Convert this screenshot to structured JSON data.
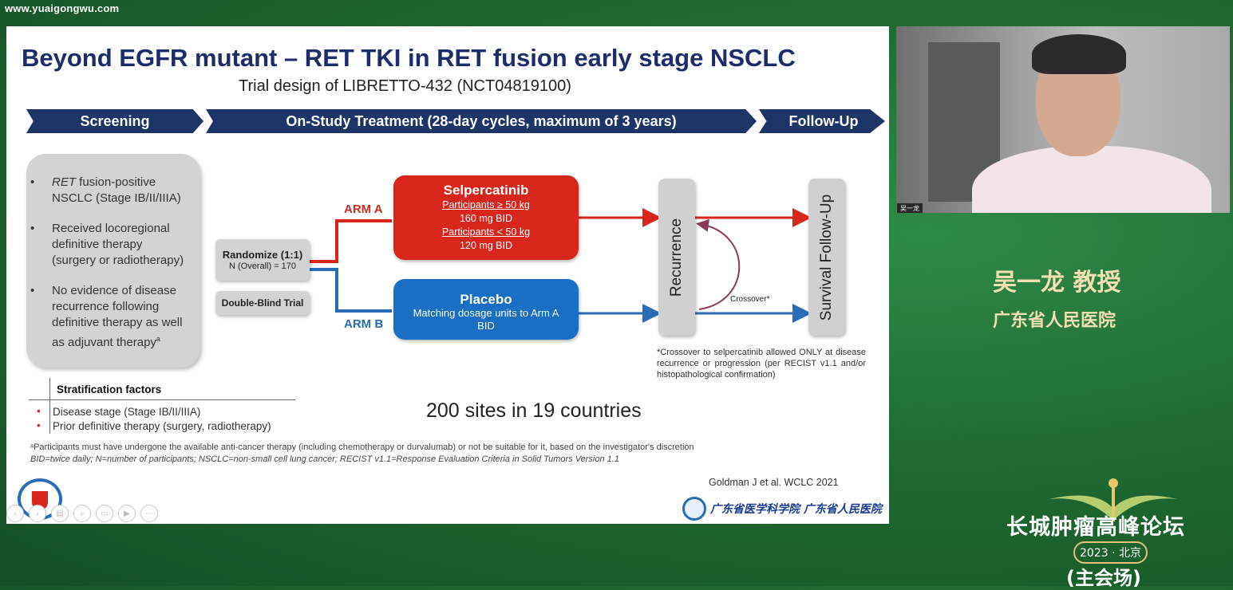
{
  "watermark": "www.yuaigongwu.com",
  "slide": {
    "title": "Beyond EGFR mutant – RET TKI in RET fusion early stage NSCLC",
    "subtitle": "Trial design of LIBRETTO-432 (NCT04819100)",
    "phases": {
      "screening": "Screening",
      "treatment": "On-Study Treatment (28-day cycles, maximum of 3 years)",
      "follow_up": "Follow-Up"
    },
    "criteria": [
      {
        "italic": "RET",
        "text": " fusion-positive NSCLC (Stage IB/II/IIIA)"
      },
      {
        "text": "Received locoregional definitive therapy (surgery or radiotherapy)"
      },
      {
        "text": "No evidence of disease recurrence following definitive therapy as well as adjuvant therapy",
        "sup": "a"
      }
    ],
    "randomize": {
      "title": "Randomize (1:1)",
      "n": "N (Overall) = 170"
    },
    "double_blind": "Double-Blind Trial",
    "arms": {
      "a_label": "ARM A",
      "b_label": "ARM B",
      "selpercatinib": {
        "name": "Selpercatinib",
        "line1": "Participants ≥ 50 kg",
        "line2": "160 mg BID",
        "line3": "Participants < 50 kg",
        "line4": "120 mg BID"
      },
      "placebo": {
        "name": "Placebo",
        "line1": "Matching dosage units to Arm A",
        "line2": "BID"
      }
    },
    "recurrence": "Recurrence",
    "survival": "Survival Follow-Up",
    "crossover_label": "Crossover*",
    "crossover_note": "*Crossover to selpercatinib allowed ONLY at disease recurrence or progression (per RECIST v1.1 and/or histopathological confirmation)",
    "stratification": {
      "heading": "Stratification factors",
      "items": [
        "Disease stage (Stage IB/II/IIIA)",
        "Prior definitive therapy (surgery, radiotherapy)"
      ]
    },
    "sites": "200 sites in 19 countries",
    "footnote_a": "ᵃParticipants must have undergone the available anti-cancer therapy (including chemotherapy or durvalumab) or not be suitable for it, based on the investigator's discretion",
    "abbreviations": "BID=twice daily; N=number of participants; NSCLC=non-small cell lung cancer; RECIST v1.1=Response Evaluation Criteria in Solid Tumors Version 1.1",
    "citation": "Goldman J et al. WCLC 2021",
    "hospital_logo_text": "广东省医学科学院  广东省人民医院",
    "toolbar_icons": [
      "prev-icon",
      "next-icon",
      "pages-icon",
      "zoom-icon",
      "slides-icon",
      "video-icon",
      "more-icon"
    ]
  },
  "video": {
    "name_tag": "吴一龙"
  },
  "speaker": {
    "name": "吴一龙 教授",
    "organization": "广东省人民医院"
  },
  "forum": {
    "name": "长城肿瘤高峰论坛",
    "year": "2023 · 北京",
    "venue": "(主会场)"
  },
  "colors": {
    "navy": "#1d3566",
    "arm_red": "#d9261c",
    "arm_blue": "#1a6fc5",
    "name_gold": "#f2dfb3"
  }
}
